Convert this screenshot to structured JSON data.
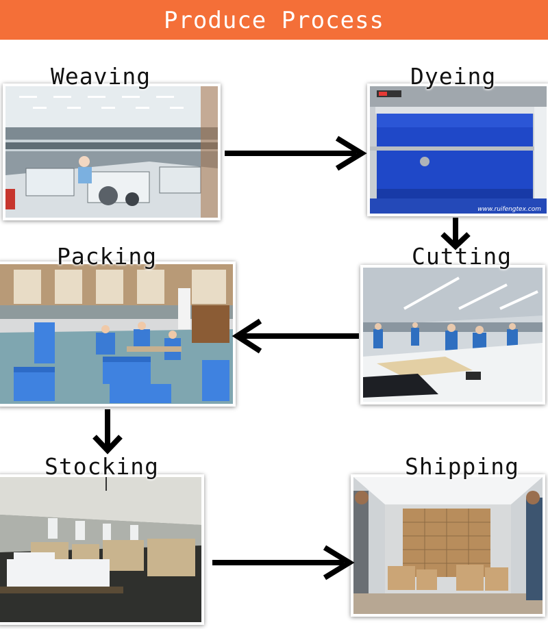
{
  "title": "Produce Process",
  "steps": [
    {
      "label": "Weaving"
    },
    {
      "label": "Dyeing"
    },
    {
      "label": "Cutting"
    },
    {
      "label": "Packing"
    },
    {
      "label": "Stocking"
    },
    {
      "label": "Shipping"
    }
  ],
  "colors": {
    "banner": "#f46f38",
    "arrow": "#000000",
    "dye_blue": "#1f48c8"
  },
  "watermark": "www.ruifengtex.com"
}
